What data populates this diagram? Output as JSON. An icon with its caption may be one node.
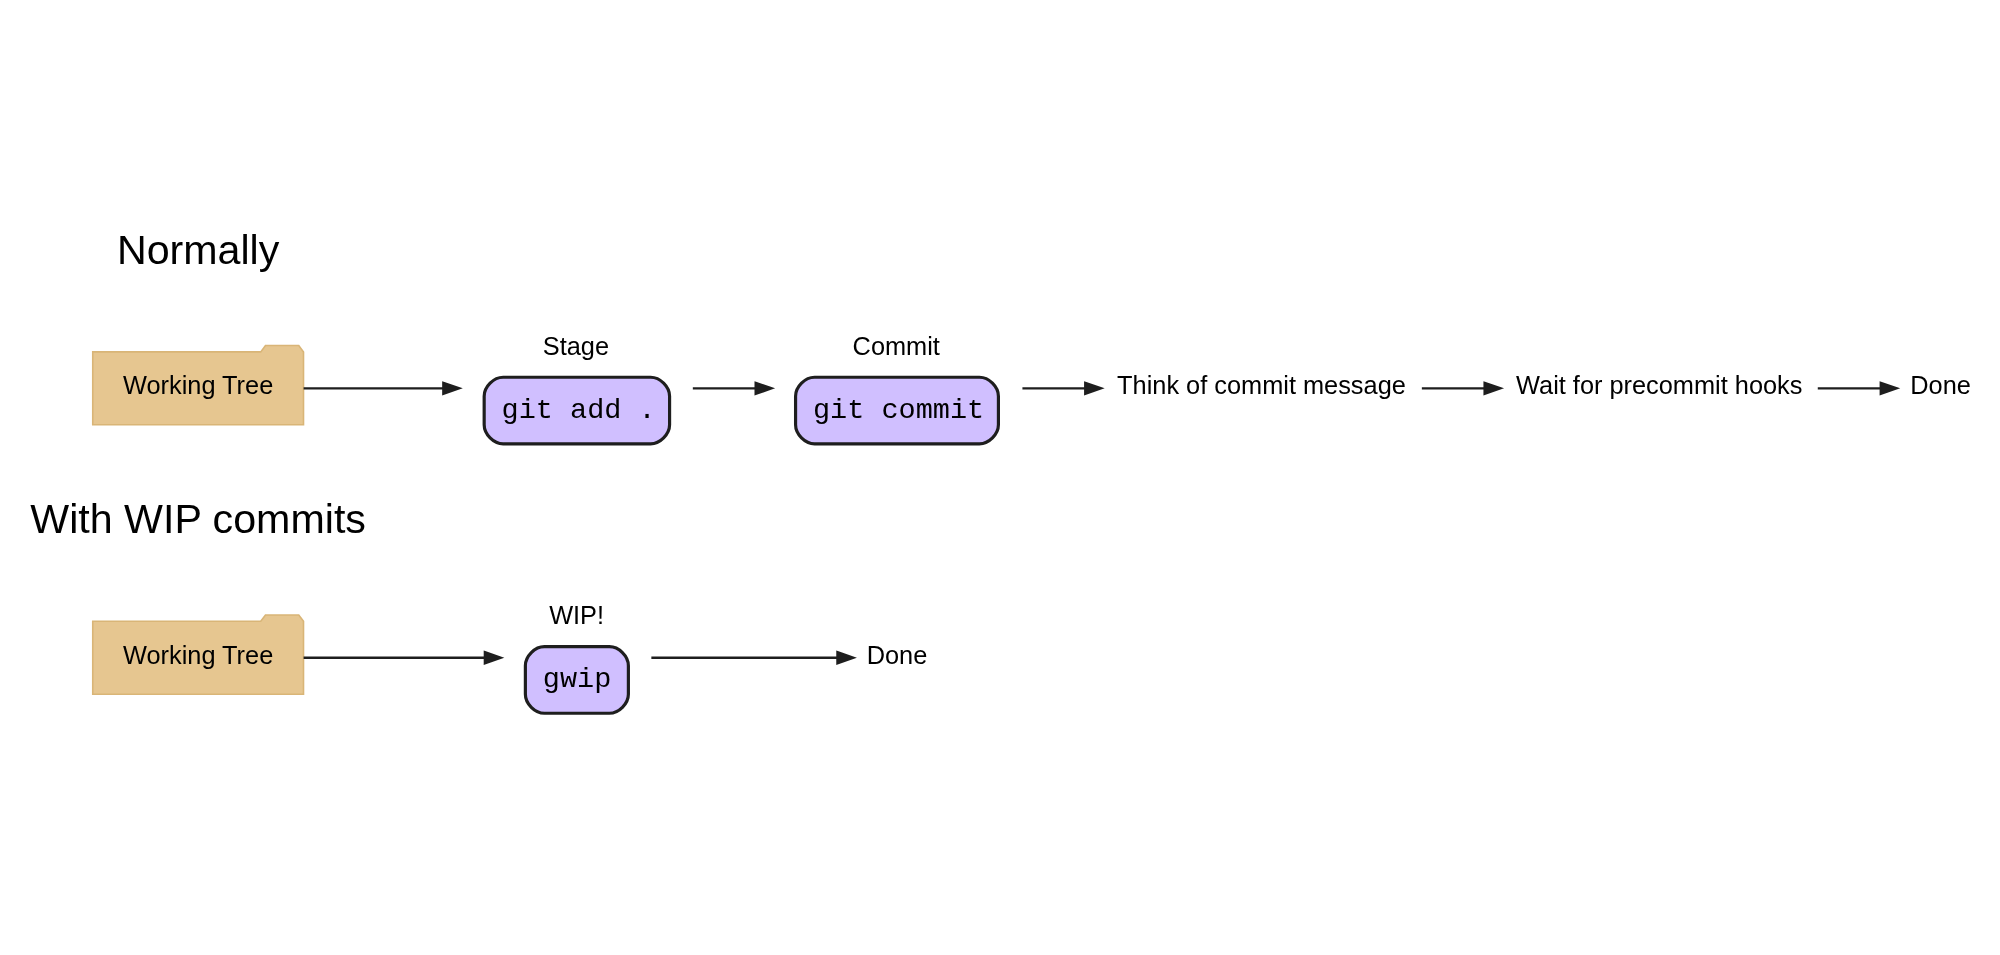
{
  "diagram": {
    "nodes": [
      {
        "text": [
          "Working Tree"
        ]
      },
      {
        "text": [
          "Stage",
          "git add ."
        ]
      },
      {
        "text": [
          "Commit",
          "git commit"
        ]
      },
      {
        "text": [
          "Think of commit message"
        ]
      },
      {
        "text": [
          "Wait for precommit hooks"
        ]
      },
      {
        "text": [
          "Done"
        ]
      },
      {
        "text": [
          "Working Tree"
        ]
      },
      {
        "text": [
          "WIP!",
          "gwip"
        ]
      },
      {
        "text": [
          "Done"
        ]
      }
    ],
    "edges": [
      {
        "from": 0,
        "to": 1,
        "arrow": "to"
      },
      {
        "from": 1,
        "to": 2,
        "arrow": "to"
      },
      {
        "from": 2,
        "to": 3,
        "arrow": "to"
      },
      {
        "from": 3,
        "to": 4,
        "arrow": "to"
      },
      {
        "from": 4,
        "to": 5,
        "arrow": "to"
      },
      {
        "from": 6,
        "to": 7,
        "arrow": "to"
      },
      {
        "from": 7,
        "to": 8,
        "arrow": "to"
      }
    ],
    "labels": [
      "Normally",
      "With WIP commits"
    ]
  }
}
